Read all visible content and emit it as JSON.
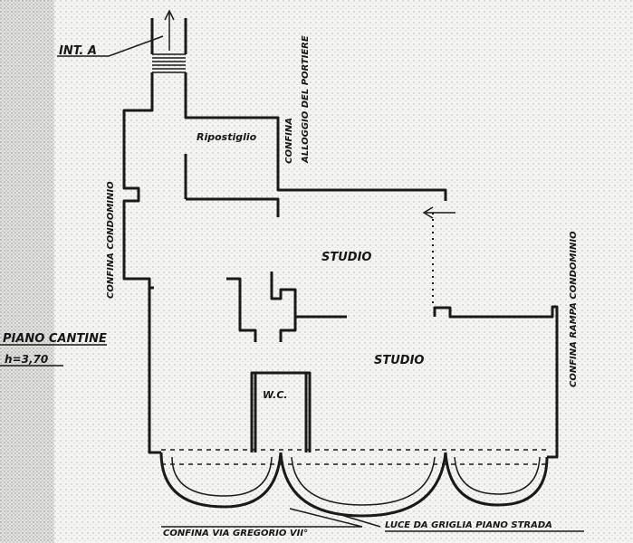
{
  "labels": {
    "int_a": "INT. A",
    "ripostiglio": "Ripostiglio",
    "confina_alloggio": "CONFINA",
    "confina_alloggio_2": "ALLOGGIO DEL PORTIERE",
    "confina_condominio": "CONFINA CONDOMINIO",
    "studio_upper": "STUDIO",
    "studio_lower": "STUDIO",
    "piano_cantine": "PIANO CANTINE",
    "height": "h=3,70",
    "wc": "W.C.",
    "confina_rampa": "CONFINA RAMPA CONDOMINIO",
    "confina_via": "CONFINA VIA GREGORIO VII°",
    "luce_griglia": "LUCE DA GRIGLIA PIANO STRADA"
  },
  "colors": {
    "paper": "#f4f4f2",
    "ink": "#1a1a1a"
  }
}
